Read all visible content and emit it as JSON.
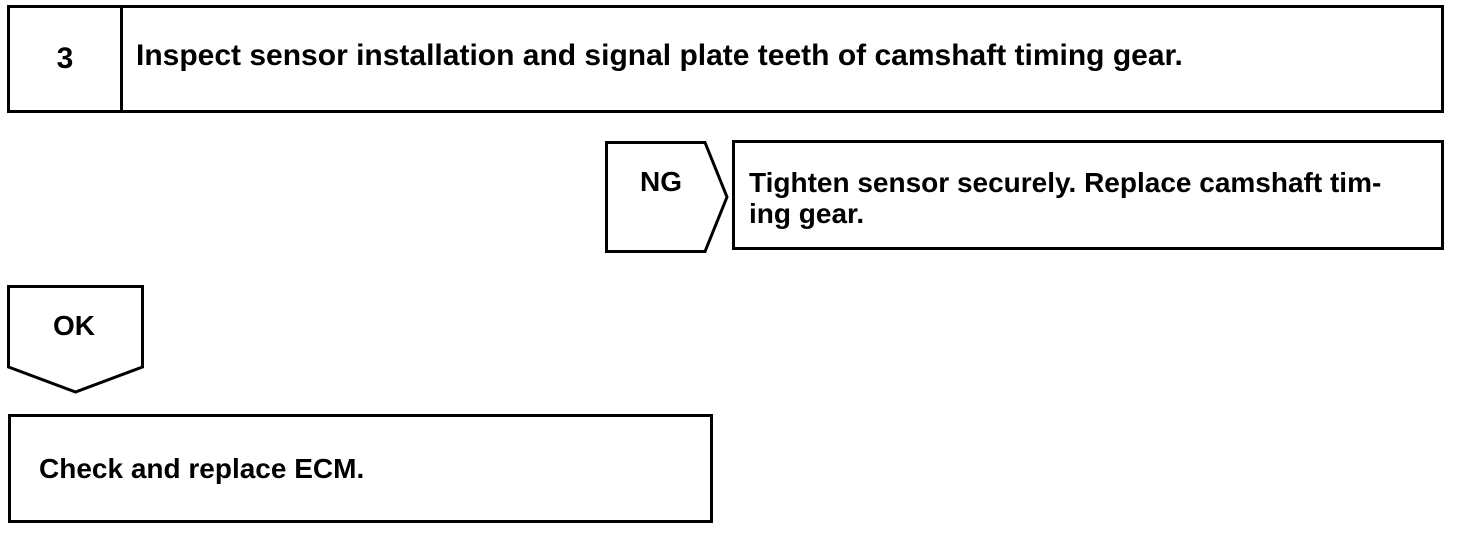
{
  "step": {
    "number": "3",
    "text": "Inspect sensor installation and signal plate teeth of camshaft timing gear."
  },
  "ng_branch": {
    "label": "NG",
    "result_line1": "Tighten sensor securely. Replace camshaft tim-",
    "result_line2": "ing gear."
  },
  "ok_branch": {
    "label": "OK"
  },
  "final_action": {
    "text": "Check and replace ECM."
  },
  "colors": {
    "line": "#000000",
    "background": "#ffffff"
  }
}
